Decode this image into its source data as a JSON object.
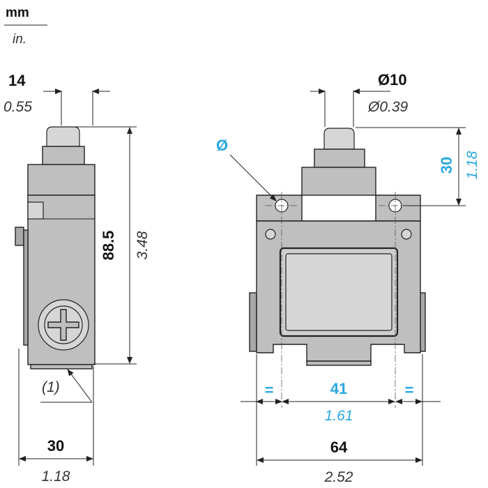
{
  "units": {
    "primary": "mm",
    "secondary": "in."
  },
  "side_view": {
    "width_top": {
      "mm": "14",
      "in": "0.55"
    },
    "height": {
      "mm": "88.5",
      "in": "3.48"
    },
    "width_bottom": {
      "mm": "30",
      "in": "1.18"
    },
    "note": "(1)"
  },
  "front_view": {
    "plunger_diameter": {
      "mm": "Ø10",
      "in": "Ø0.39"
    },
    "plunger_height": {
      "mm": "30",
      "in": "1.18"
    },
    "hole_symbol": "Ø",
    "hole_spacing": {
      "mm": "41",
      "in": "1.61"
    },
    "equal_mark_left": "=",
    "equal_mark_right": "=",
    "overall_width": {
      "mm": "64",
      "in": "2.52"
    }
  },
  "colors": {
    "body": "#bfbfbf",
    "outline": "#222222",
    "accent": "#29a8e0"
  }
}
